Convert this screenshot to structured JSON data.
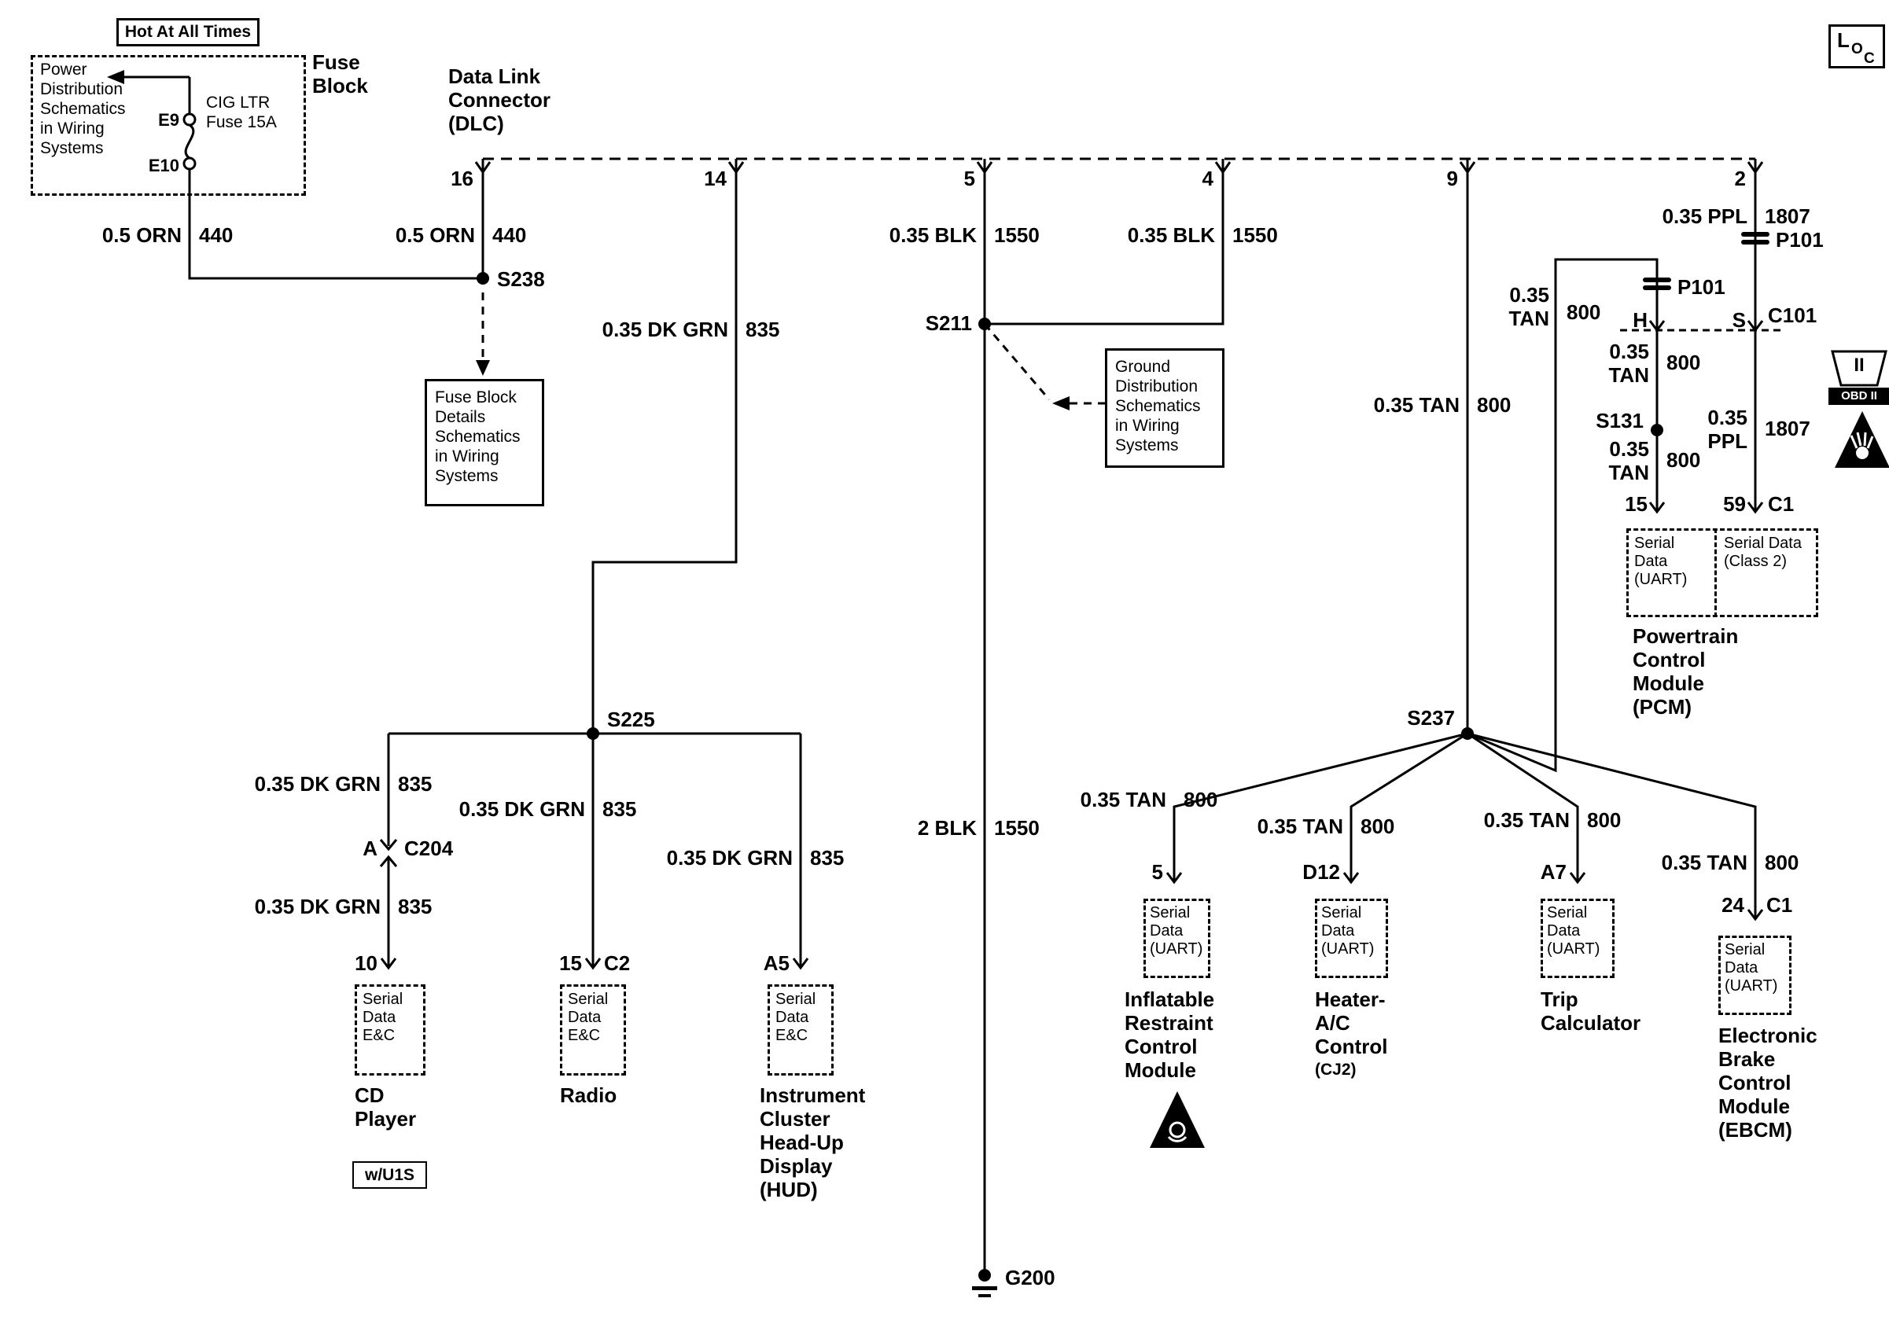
{
  "badge": {
    "loc_l": "L",
    "loc_o": "O",
    "loc_c": "C",
    "obd_ii": "II",
    "obd": "OBD II"
  },
  "fuse": {
    "hot": "Hot At All Times",
    "block": "Fuse Block",
    "power_ref": "Power Distribution Schematics in Wiring Systems",
    "e9": "E9",
    "e10": "E10",
    "name": "CIG LTR Fuse 15A",
    "details_ref": "Fuse Block Details Schematics in Wiring Systems"
  },
  "ground_ref": "Ground Distribution Schematics in Wiring Systems",
  "dlc": {
    "title": "Data Link Connector (DLC)",
    "pin16": "16",
    "pin14": "14",
    "pin5": "5",
    "pin4": "4",
    "pin9": "9",
    "pin2": "2"
  },
  "wire": {
    "orn": {
      "size": "0.5 ORN",
      "ckt": "440"
    },
    "dkgrn": {
      "size": "0.35 DK GRN",
      "ckt": "835"
    },
    "blk": {
      "size": "0.35 BLK",
      "ckt": "1550"
    },
    "blk2": {
      "size": "2 BLK",
      "ckt": "1550"
    },
    "tan": {
      "size": "0.35 TAN",
      "ckt": "800"
    },
    "ppl": {
      "size": "0.35 PPL",
      "ckt": "1807"
    }
  },
  "splice": {
    "s238": "S238",
    "s211": "S211",
    "s225": "S225",
    "s237": "S237",
    "s131": "S131"
  },
  "conn": {
    "p101": "P101",
    "c101": "C101",
    "c204": "C204",
    "c2": "C2",
    "c1": "C1",
    "h": "H",
    "s": "S",
    "a": "A",
    "n10": "10",
    "n15": "15",
    "a5": "A5",
    "n5": "5",
    "d12": "D12",
    "a7": "A7",
    "n24": "24",
    "n59": "59",
    "pcm15": "15"
  },
  "module": {
    "serial_ec": "Serial Data E&C",
    "serial_uart": "Serial Data (UART)",
    "serial_class2": "Serial Data (Class 2)",
    "cd": "CD Player",
    "cd_opt": "w/U1S",
    "radio": "Radio",
    "hud": "Instrument Cluster Head-Up Display (HUD)",
    "ircm": "Inflatable Restraint Control Module",
    "hvac": "Heater-A/C Control",
    "hvac_id": "(CJ2)",
    "trip": "Trip Calculator",
    "ebcm": "Electronic Brake Control Module (EBCM)",
    "pcm": "Powertrain Control Module (PCM)"
  },
  "ground": {
    "g200": "G200"
  }
}
